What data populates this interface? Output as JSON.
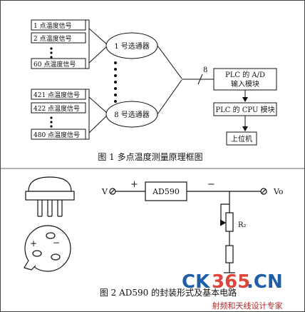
{
  "figure1": {
    "group_a": [
      "1 点温度信号",
      "2 点温度信号",
      "60 点温度信号"
    ],
    "group_b": [
      "421 点温度信号",
      "422 点温度信号",
      "480 点温度信号"
    ],
    "selector_top": "1 号选通器",
    "selector_bottom": "8 号选通器",
    "bus_width": "8",
    "ad_module_line1": "PLC 的 A/D",
    "ad_module_line2": "输入模块",
    "cpu_module": "PLC 的 CPU 模块",
    "host": "上位机",
    "caption": "图 1  多点温度测量原理框图"
  },
  "figure2": {
    "v_plus": "V",
    "plus_sign": "+",
    "chip": "AD590",
    "minus_sign": "−",
    "vo": "Vo",
    "r2": "R₂",
    "pin_plus": "+",
    "pin_minus": "−",
    "caption": "图 2 AD590 的封装形式及基本电路"
  },
  "watermark": {
    "logo_ck": "CK",
    "logo_365": "365",
    "logo_cn": ".CN",
    "subtitle": "射频和天线设计专家"
  },
  "colors": {
    "logo_blue": "#1e5fa8",
    "logo_red": "#d8261c",
    "subtitle_red": "#b02a2a"
  }
}
